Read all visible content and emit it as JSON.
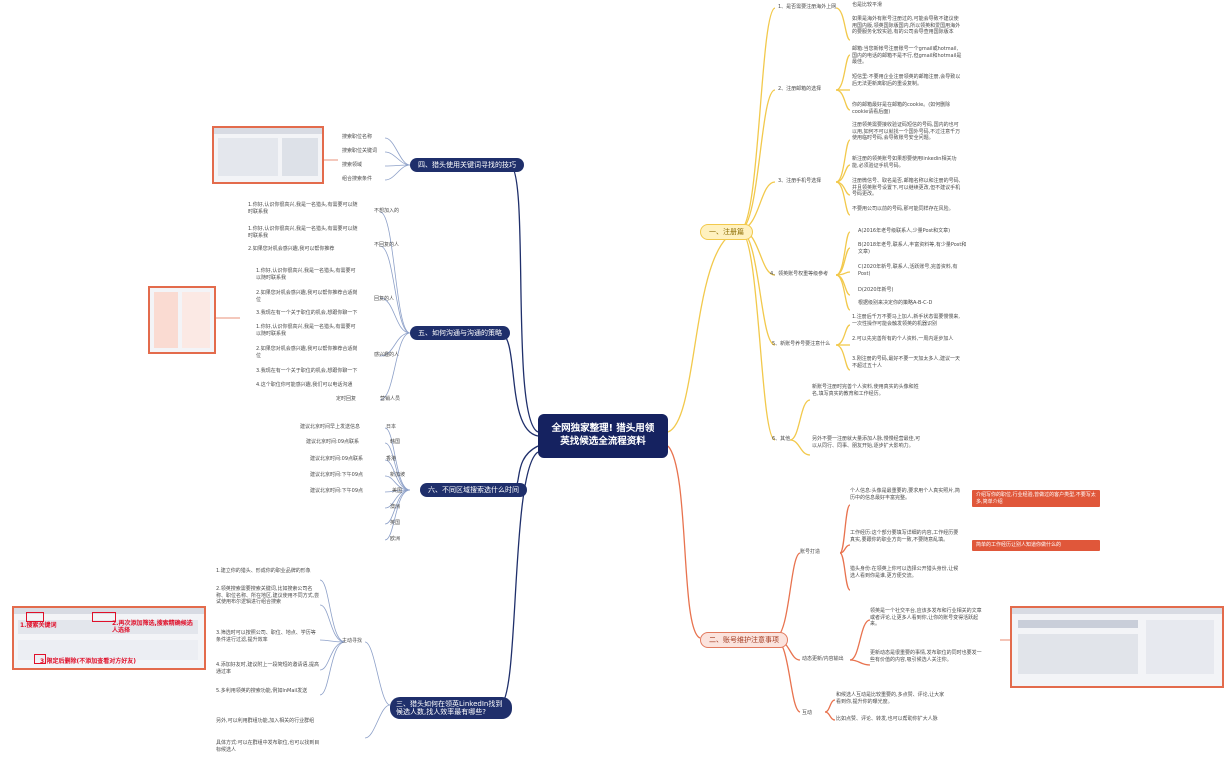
{
  "center_title_line1": "全网独家整理! 猎头用领",
  "center_title_line2": "英找候选全流程资料",
  "branches": {
    "b1": {
      "label": "一、注册篇",
      "sub1": "1、是否需要注册海外上网",
      "sub1_notes": [
        "也是比较平滑",
        "如果是海外有账号注册过的,可能会导致不建议使用国内版,领英国际版国内,所以领英和爱国用海外的要服务化较实验,有的公司会导查用国际版本"
      ],
      "sub2": "2、注册邮箱的选择",
      "sub2_notes": [
        "邮箱:当您新帐号注册账号一个gmail或hotmail,国内的电话的邮箱不是不行,但gmail和hotmail是最佳。",
        "短信里:不要用企业注册领英的邮箱注册,会导致以后无法更新离职后的重设复制。",
        "你的邮箱最好是在邮箱的cookie。(如何删除cookie请看后面)"
      ],
      "sub3": "3、注册手机号选择",
      "sub3_notes": [
        "注册领英需要接收验证码短信的号码,国内的也可以用,如何不可以就找一个国外号码,不过注意千万使用临时号码,会导致账号安全问题。",
        "新注册的领英账号如果想要使用linkedin相关功能,必须验证手机号码。",
        "注册微信号、取名是否,邮箱名称以和注册的号码,并且领英账号设置下,可以继续更改,但不建议手机号码更改。",
        "不要用公司以前的号码,那可能同样存在风险。"
      ],
      "sub4": "4、领英账号权重等级参考",
      "sub4_notes": [
        "A(2016年老号级联系人,少量Post和文章)",
        "B(2018年老号,联系人,丰富资料等,有少量Post和文章)",
        "C(2020年新号,联系人,活跃账号,完善资料,有Post)",
        "D(2020年新号)",
        "根据级别来决定你的策略A-B-C-D"
      ],
      "sub5": "5、新账号养号要注意什么",
      "sub5_notes": [
        "1.注册后千万不要马上加人,新手状态需要慢慢来,一次性操作可能会触发领英的机器识别",
        "2.可以先完善所有的个人资料,一周内逐步加人",
        "3.刚注册的号码,最好不要一天加太多人,建议一天不超过五十人"
      ],
      "sub6": "6、其他",
      "sub6_notes": [
        "新账号注册时完善个人资料,使用真实的头像和姓名,填写真实的教育和工作经历。",
        "另外不要一注册就大量添加人脉,慢慢经营最佳,可以从同行、同事、朋友开始,逐步扩大影响力。"
      ]
    },
    "b2": {
      "label": "二、账号维护注意事项",
      "sub1": "账号打造",
      "sub1_notes": [
        "个人信息:头像是最重要的,要求用个人真实照片,简历中的信息最好丰富完整。",
        "工作经历:这个部分要填写详细的内容,工作经历要真实,要跟你的职业方向一致,不要随意乱填。",
        "猎头身份:在领英上你可以选择公开猎头身份,让候选人看到你是谁,更方便交流。"
      ],
      "sub1_red1": "介绍写你的职位,行业经验,曾做过的客户类型,不要写太多,简单介绍",
      "sub1_red2": "简单的工作经历让别人知道你做什么的",
      "sub2": "动态更新/内容输出",
      "sub2_notes": [
        "领英是一个社交平台,应该多发布和行业相关的文章或者评论,让更多人看到你,让你的账号变得活跃起来。",
        "更新动态是很重要的事情,发布职位的同时也要发一些有价值的内容,吸引候选人关注你。"
      ],
      "sub3": "互动",
      "sub3_notes": [
        "和候选人互动是比较重要的,多点赞、评论,让大家看到你,提升你的曝光度。",
        "比如点赞、评论、转发,也可以帮助你扩大人脉"
      ]
    },
    "b3": {
      "label": "三、猎头如何在领英LinkedIn找到候选人数,找人效率最有哪些?",
      "sub1": "主动寻找",
      "sub1_notes": [
        "1.建立你的猎头、形成你的职业品牌的形象",
        "2.领英搜索需要搜索关键词,比如搜索公司名称、职位名称、所在地区,建议使用不同方式,尝试使用布尔逻辑进行组合搜索",
        "3.筛选时可以按照公司、职位、地点、学历等条件进行过滤,提升效率",
        "4.添加好友时,建议附上一段简短的邀请语,提高通过率",
        "5.多利用领英的搜索功能,例如InMail发送"
      ],
      "sub2_notes": [
        "另外,可以利用群组功能,加入相关的行业群组",
        "具体方式:可以在群组中发布职位,也可以找到目标候选人"
      ],
      "ann1": "1.搜索关键词",
      "ann2": "2.再次添加筛选,搜索精确候选人选择",
      "ann3": "3.限定后删除(不添加查看对方好友)"
    },
    "b4": {
      "label": "四、猎头使用关键词寻找的技巧",
      "items": [
        "搜索职位名称",
        "搜索职位关键词",
        "搜索领域",
        "组合搜索条件"
      ]
    },
    "b5": {
      "label": "五、如何沟通与沟通的策略",
      "sub_groups": [
        {
          "title": "不想加入的",
          "notes": [
            "1.你好,认识你很高兴,我是一名猎头,有需要可以随时联系我"
          ]
        },
        {
          "title": "不回复的人",
          "notes": [
            "1.你好,认识你很高兴,我是一名猎头,有需要可以随时联系我",
            "2.如果您对机会感兴趣,我可以帮你推荐"
          ]
        },
        {
          "title": "回复的人",
          "notes": [
            "1.你好,认识你很高兴,我是一名猎头,有需要可以随时联系我",
            "2.如果您对机会感兴趣,我可以帮你推荐合适岗位",
            "3.我现在有一个关于职位的机会,想跟你聊一下"
          ]
        },
        {
          "title": "感兴趣的人",
          "notes": [
            "1.你好,认识你很高兴,我是一名猎头,有需要可以随时联系我",
            "2.如果您对机会感兴趣,我可以帮你推荐合适岗位",
            "3.我现在有一个关于职位的机会,想跟你聊一下",
            "4.这个职位你可能感兴趣,我们可以电话沟通"
          ]
        },
        {
          "title": "营销人员",
          "notes": []
        }
      ],
      "extra": "定时回复"
    },
    "b6": {
      "label": "六、不同区域搜索选什么时间",
      "items": [
        {
          "note": "建议北京时间早上发送信息",
          "region": "日本"
        },
        {
          "note": "建议北京时间:09点联系",
          "region": "韩国"
        },
        {
          "note": "建议北京时间:09点联系",
          "region": "香港"
        },
        {
          "note": "建议北京时间:下午09点",
          "region": "新加坡"
        },
        {
          "note": "建议北京时间:下午09点",
          "region": "美国"
        },
        {
          "note": "",
          "region": "澳洲"
        },
        {
          "note": "",
          "region": "英国"
        },
        {
          "note": "",
          "region": "欧洲"
        }
      ]
    }
  }
}
